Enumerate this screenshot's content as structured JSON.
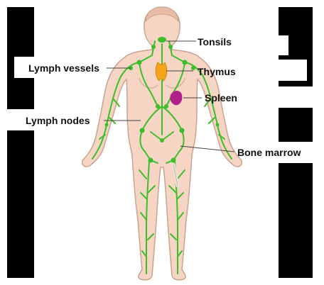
{
  "labels": {
    "tonsils": "Tonsils",
    "lymph_vessels": "Lymph vessels",
    "thymus": "Thymus",
    "spleen": "Spleen",
    "lymph_nodes": "Lymph nodes",
    "bone_marrow": "Bone marrow"
  },
  "colors": {
    "skin": "#f6d5c4",
    "skin_outline": "#c9a38f",
    "lymph": "#3cbf2a",
    "thymus": "#f2a51c",
    "spleen": "#b0208a",
    "frame": "#000000"
  }
}
